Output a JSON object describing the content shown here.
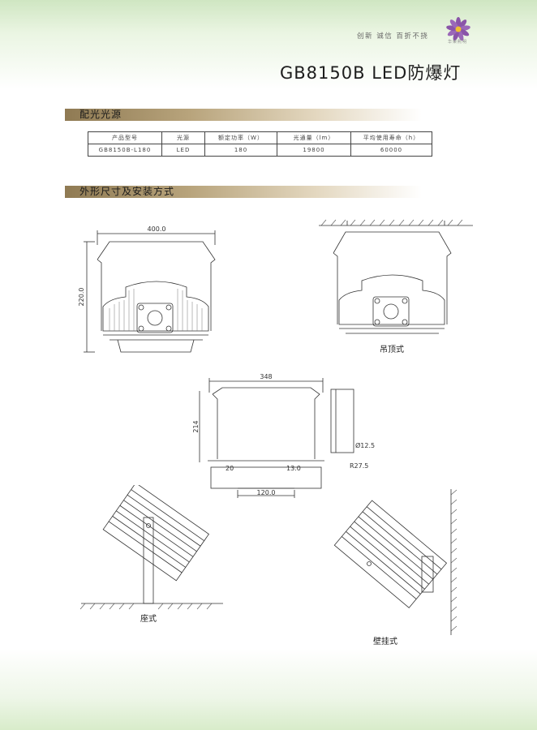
{
  "header": {
    "slogan": "创新 诚信 百折不挠",
    "brand_name": "华荣照明"
  },
  "title": "GB8150B LED防爆灯",
  "sections": {
    "light_source": "配光光源",
    "dimensions": "外形尺寸及安装方式"
  },
  "spec_table": {
    "headers": [
      "产品型号",
      "光源",
      "额定功率（W）",
      "光通量（lm）",
      "平均使用寿命（h）"
    ],
    "rows": [
      [
        "GB8150B-L180",
        "LED",
        "180",
        "19800",
        "60000"
      ]
    ]
  },
  "drawings": {
    "front": {
      "width": "400.0",
      "height": "220.0"
    },
    "ceiling": {
      "caption": "吊顶式"
    },
    "side": {
      "width": "348",
      "height": "214",
      "d1": "20",
      "d2": "13.0",
      "base": "120.0",
      "hole1": "Ø12.5",
      "hole2": "R27.5"
    },
    "floor": {
      "caption": "座式"
    },
    "wall": {
      "caption": "壁挂式"
    }
  },
  "colors": {
    "section_bar": "#8f7a53",
    "background_green": "#cfe6c2",
    "line": "#333333"
  }
}
